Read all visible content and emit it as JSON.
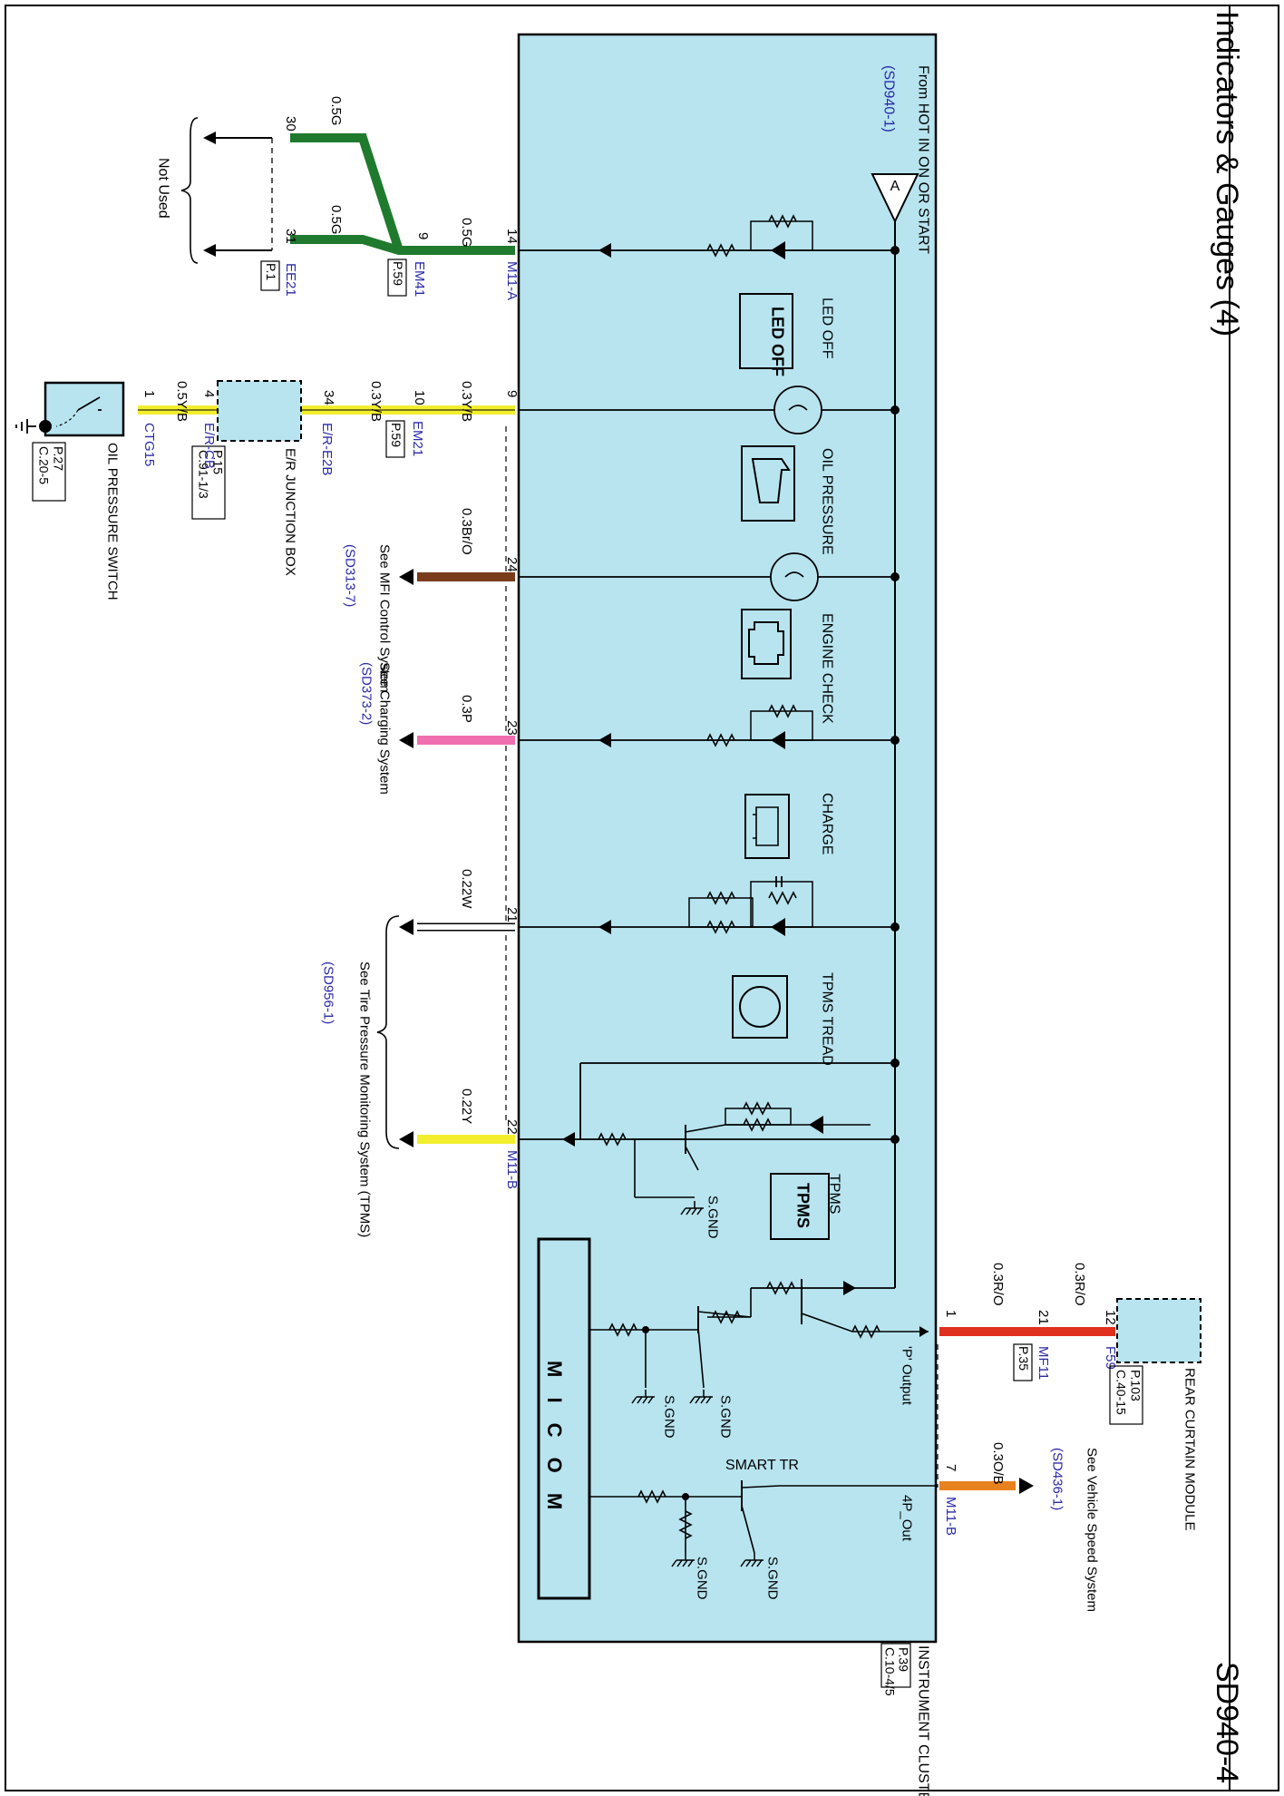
{
  "header": {
    "title": "Indicators & Gauges (4)",
    "page_code": "SD940-4"
  },
  "source": {
    "label": "From HOT IN ON OR START",
    "ref": "(SD940-1)",
    "connector": "A"
  },
  "cluster": {
    "name": "INSTRUMENT CLUSTER",
    "page": "P.39",
    "conn": "C.10-4/5",
    "micom": "M I C O M"
  },
  "indicators": {
    "led_off": {
      "label": "LED OFF",
      "icon_text": "LED OFF"
    },
    "oil": {
      "label": "OIL PRESSURE"
    },
    "engine": {
      "label": "ENGINE CHECK"
    },
    "charge": {
      "label": "CHARGE"
    },
    "tread": {
      "label": "TPMS TREAD"
    },
    "tpms": {
      "label": "TPMS",
      "icon_text": "TPMS"
    }
  },
  "wires": {
    "w14": {
      "pin": "14",
      "spec": "0.5G",
      "conn": "M11-A"
    },
    "w9g": {
      "pin": "9",
      "spec": "0.5G",
      "conn": "EM41",
      "page": "P.59"
    },
    "w30": {
      "pin": "30",
      "spec": "0.5G"
    },
    "w31": {
      "pin": "31",
      "spec": "0.5G",
      "conn": "EE21",
      "page": "P.1"
    },
    "not_used": "Not Used",
    "w9y": {
      "pin": "9",
      "spec": "0.3Y/B"
    },
    "w10": {
      "pin": "10",
      "conn": "EM21",
      "page": "P.59"
    },
    "w34": {
      "pin": "34",
      "spec": "0.3Y/B",
      "conn": "E/R-E2B"
    },
    "junction": {
      "name": "E/R JUNCTION BOX",
      "page": "P.15",
      "conn": "C.91-1/3"
    },
    "w4": {
      "pin": "4",
      "spec": "0.5Y/B",
      "conn": "E/R-CB"
    },
    "w1c": {
      "pin": "1",
      "conn": "CTG15"
    },
    "oil_switch": {
      "name": "OIL PRESSURE SWITCH",
      "page": "P.27",
      "conn": "C.20-5"
    },
    "w24": {
      "pin": "24",
      "spec": "0.3Br/O",
      "dest": "See MFI Control System",
      "ref": "(SD313-7)"
    },
    "w23": {
      "pin": "23",
      "spec": "0.3P",
      "dest": "See Charging System",
      "ref": "(SD373-2)"
    },
    "w21": {
      "pin": "21",
      "spec": "0.22W"
    },
    "w22": {
      "pin": "22",
      "spec": "0.22Y",
      "conn": "M11-B"
    },
    "tpms_dest": {
      "dest": "See Tire Pressure Monitoring System (TPMS)",
      "ref": "(SD956-1)"
    },
    "p_output": {
      "pin": "1",
      "spec": "0.3R/O",
      "label": "'P' Output"
    },
    "mf11": {
      "pin": "21",
      "spec": "0.3R/O",
      "conn": "MF11",
      "page": "P.35"
    },
    "f59": {
      "pin": "12",
      "conn": "F59"
    },
    "rear_curtain": {
      "name": "REAR CURTAIN MODULE",
      "page": "P.103",
      "conn": "C.40-15"
    },
    "w7": {
      "pin": "7",
      "spec": "0.3O/B",
      "conn": "M11-B",
      "label": "4P_Out"
    },
    "speed": {
      "dest": "See Vehicle Speed System",
      "ref": "(SD436-1)"
    }
  },
  "circuit": {
    "sgnd": "S.GND",
    "smart_tr": "SMART TR"
  },
  "colors": {
    "cluster_bg": "#b7e4ef",
    "wire_green": "#1f7a2e",
    "wire_yellow": "#f2ee2e",
    "wire_brown": "#7a3b1a",
    "wire_pink": "#f06fae",
    "wire_red": "#e0301e",
    "wire_orange": "#e8821f",
    "ref_blue": "#2a2aa8"
  }
}
